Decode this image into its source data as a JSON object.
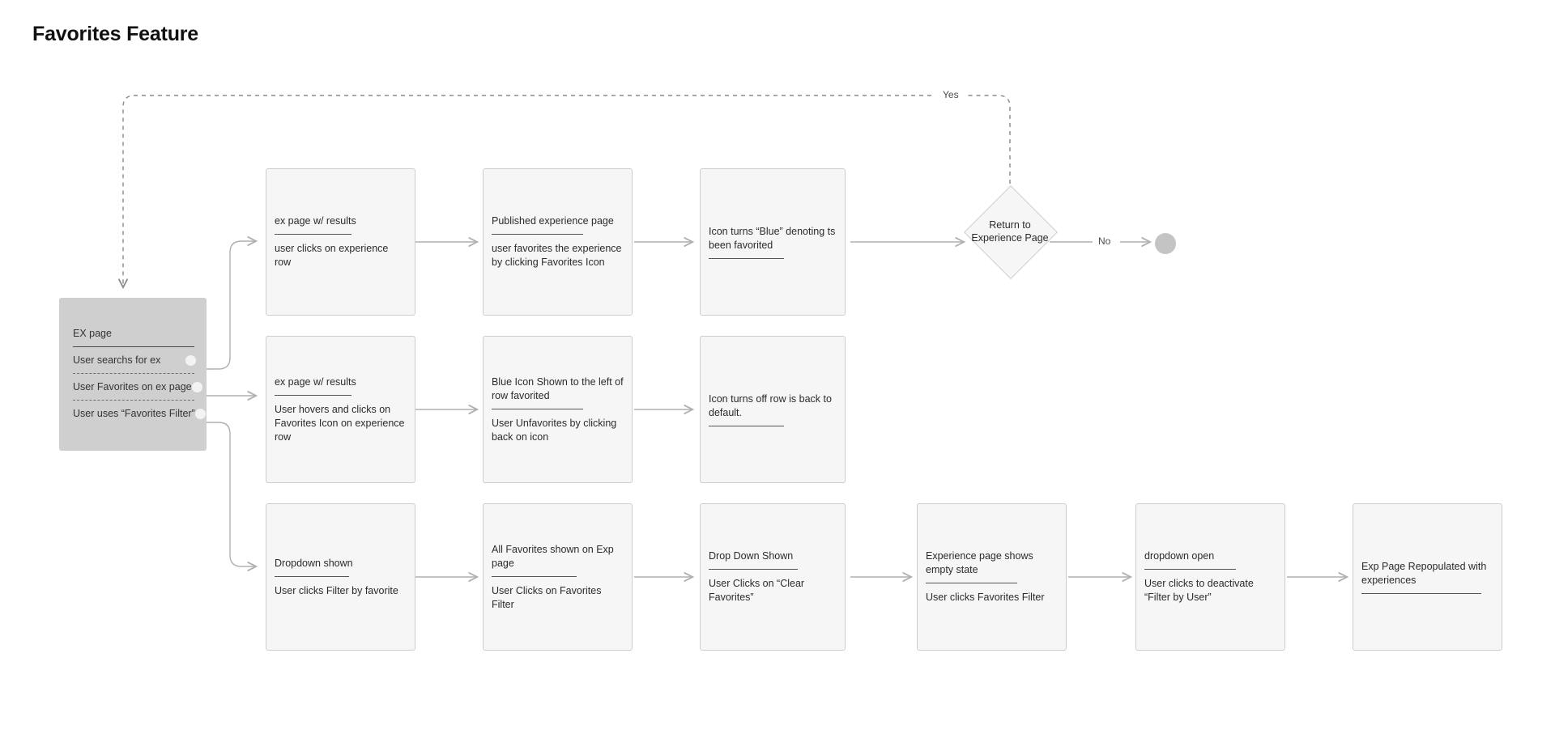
{
  "page": {
    "title": "Favorites Feature"
  },
  "sidebar": {
    "title": "EX page",
    "items": [
      {
        "label": "User searchs for ex"
      },
      {
        "label": "User Favorites on ex page"
      },
      {
        "label": "User uses “Favorites Filter”"
      }
    ]
  },
  "edges": {
    "yes_label": "Yes",
    "no_label": "No"
  },
  "decision": {
    "label": "Return to Experience Page",
    "lines": [
      "Return to",
      "Experience",
      "Page"
    ]
  },
  "rows": [
    {
      "name": "favorite-flow",
      "cards": [
        {
          "title": "ex page w/ results",
          "body": "user clicks on experience row"
        },
        {
          "title": "Published experience page",
          "body": "user favorites the experience by clicking Favorites Icon"
        },
        {
          "title": " Icon turns “Blue” denoting ts been favorited",
          "body": ""
        }
      ]
    },
    {
      "name": "unfavorite-flow",
      "cards": [
        {
          "title": "ex page w/ results",
          "body": "User hovers and clicks on Favorites Icon on experience row"
        },
        {
          "title": "Blue Icon Shown to the left of row favorited",
          "body": "User Unfavorites  by clicking back on icon"
        },
        {
          "title": " Icon turns off row is back to default.",
          "body": ""
        }
      ]
    },
    {
      "name": "favorites-filter-flow",
      "cards": [
        {
          "title": "Dropdown shown",
          "body": "User clicks Filter by favorite"
        },
        {
          "title": "All Favorites shown on Exp page",
          "body": "User Clicks on Favorites Filter"
        },
        {
          "title": "Drop Down Shown",
          "body": "User Clicks on “Clear Favorites”"
        },
        {
          "title": "Experience page shows empty state",
          "body": "User clicks Favorites Filter"
        },
        {
          "title": "dropdown open",
          "body": "User clicks to deactivate “Filter by User”"
        },
        {
          "title": "Exp Page Repopulated with experiences",
          "body": ""
        }
      ]
    }
  ],
  "colors": {
    "card_fill": "#f6f6f6",
    "card_border": "#cdcdcd",
    "sidebar_fill": "#cfcfcf",
    "connector": "#b0b0b0",
    "dashed_connector": "#8a8a8a",
    "terminator": "#c4c4c4"
  }
}
